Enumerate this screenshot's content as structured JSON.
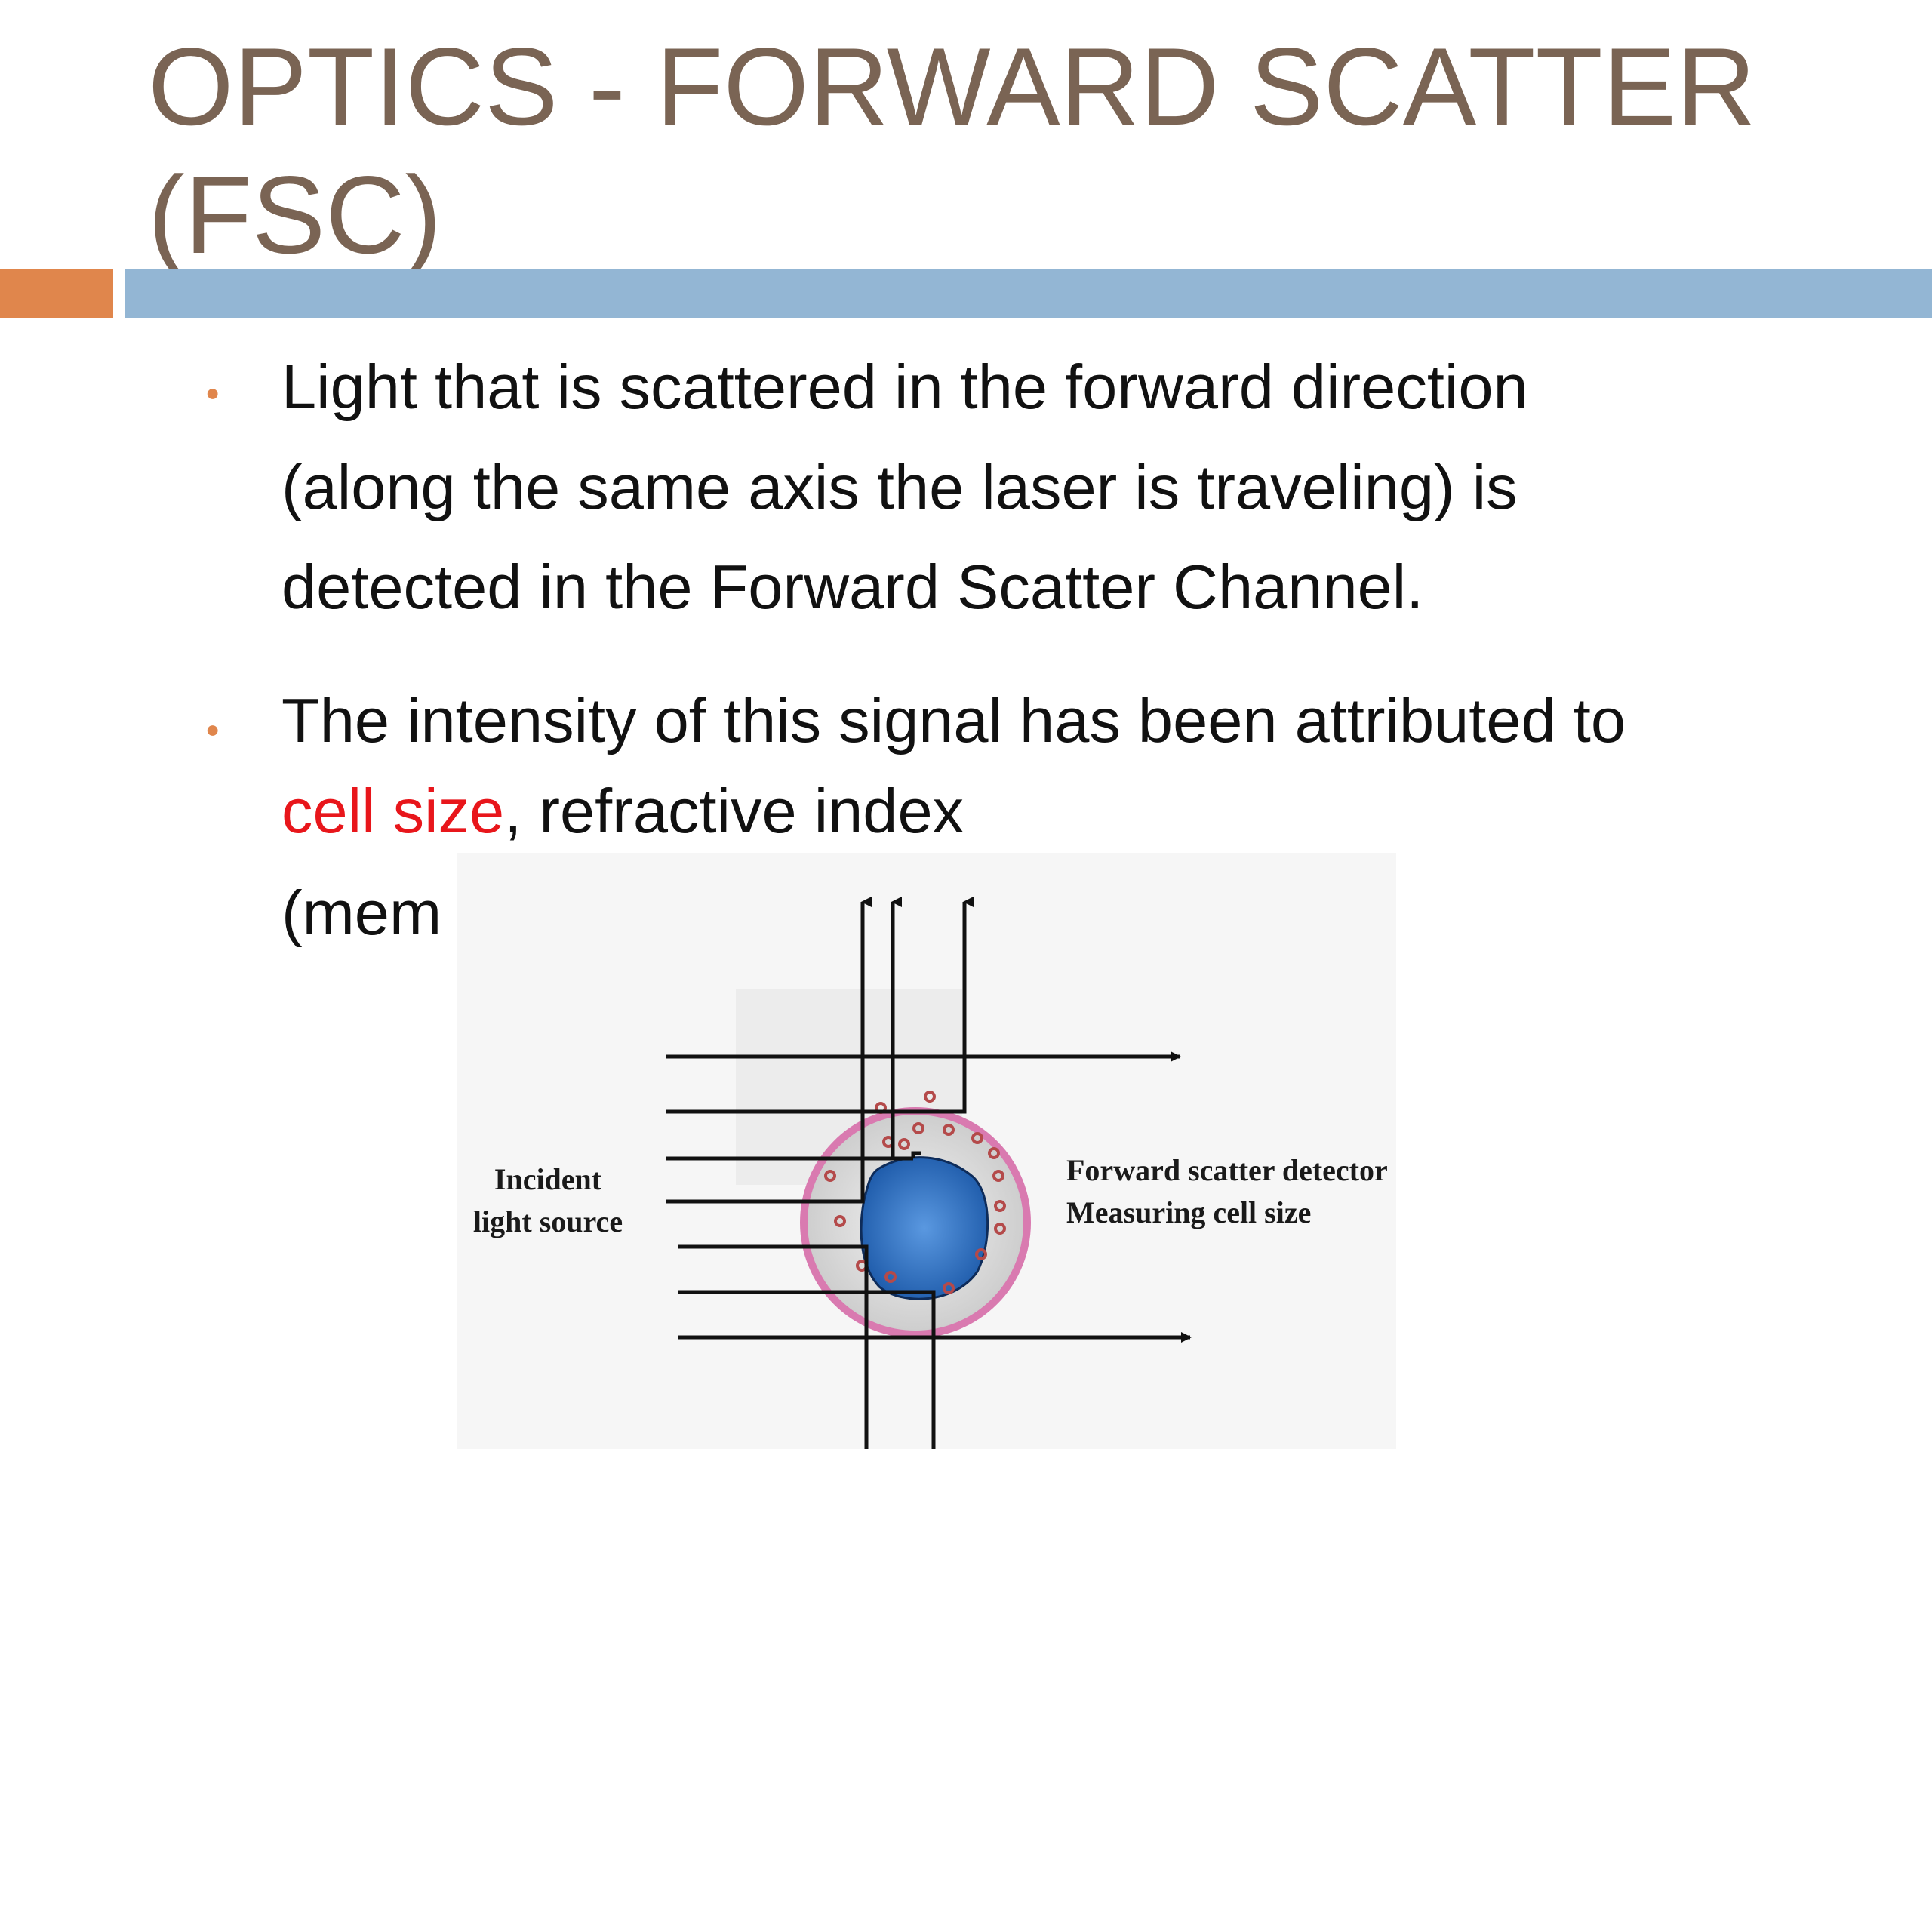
{
  "title": {
    "line1": "OPTICS - FORWARD SCATTER",
    "line2": "(FSC)"
  },
  "bullets": [
    {
      "lines": [
        "Light that is scattered in the forward direction",
        "(along the same axis the laser is traveling) is",
        "detected in the Forward Scatter Channel."
      ]
    },
    {
      "line1": "The intensity of this signal has been attributed to",
      "highlight": "cell size",
      "line2_rest": ", refractive index",
      "line3_visible": "(mem"
    }
  ],
  "figure": {
    "left_label_line1": "Incident",
    "left_label_line2": "light source",
    "right_label_line1": "Forward scatter detector",
    "right_label_line2": "Measuring cell size"
  },
  "colors": {
    "title": "#7a6454",
    "accent_orange": "#e0864c",
    "accent_blue": "#93b6d4",
    "highlight_red": "#e8161b",
    "cell_blue": "#2f74c8",
    "membrane_pink": "#d97ab0"
  }
}
